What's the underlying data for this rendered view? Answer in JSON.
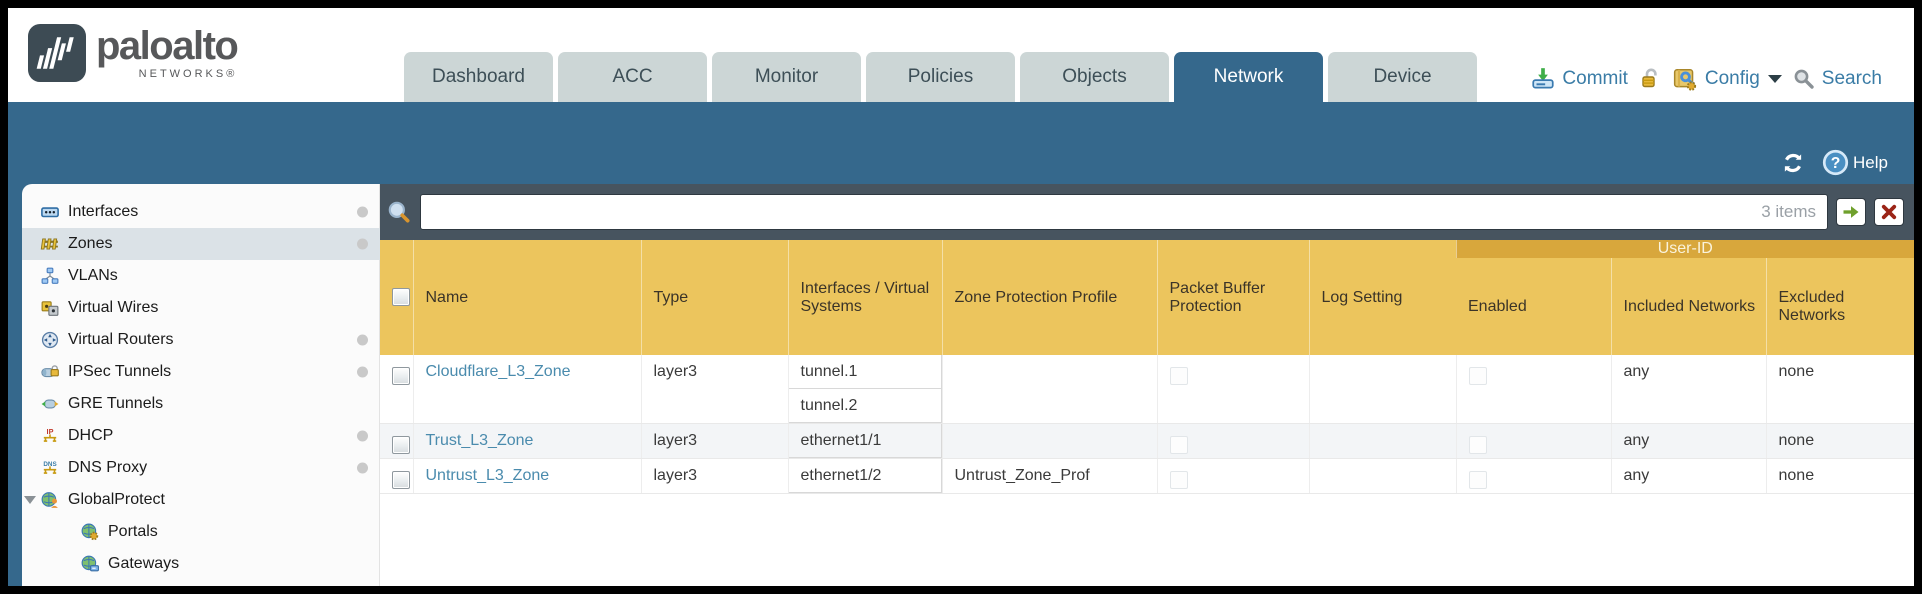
{
  "brand": {
    "name": "paloalto",
    "sub": "NETWORKS®"
  },
  "tabs": [
    {
      "label": "Dashboard"
    },
    {
      "label": "ACC"
    },
    {
      "label": "Monitor"
    },
    {
      "label": "Policies"
    },
    {
      "label": "Objects"
    },
    {
      "label": "Network"
    },
    {
      "label": "Device"
    }
  ],
  "header_actions": {
    "commit": "Commit",
    "config": "Config",
    "search": "Search"
  },
  "band": {
    "help": "Help"
  },
  "sidebar": {
    "items": [
      {
        "label": "Interfaces"
      },
      {
        "label": "Zones"
      },
      {
        "label": "VLANs"
      },
      {
        "label": "Virtual Wires"
      },
      {
        "label": "Virtual Routers"
      },
      {
        "label": "IPSec Tunnels"
      },
      {
        "label": "GRE Tunnels"
      },
      {
        "label": "DHCP"
      },
      {
        "label": "DNS Proxy"
      },
      {
        "label": "GlobalProtect"
      },
      {
        "label": "Portals"
      },
      {
        "label": "Gateways"
      }
    ]
  },
  "toolbar": {
    "search_value": "",
    "count": "3 items"
  },
  "table": {
    "group_header": "User-ID",
    "columns": [
      "",
      "Name",
      "Type",
      "Interfaces / Virtual Systems",
      "Zone Protection Profile",
      "Packet Buffer Protection",
      "Log Setting",
      "Enabled",
      "Included Networks",
      "Excluded Networks"
    ],
    "rows": [
      {
        "name": "Cloudflare_L3_Zone",
        "type": "layer3",
        "interfaces": [
          "tunnel.1",
          "tunnel.2"
        ],
        "zone_protection_profile": "",
        "log_setting": "",
        "included_networks": "any",
        "excluded_networks": "none"
      },
      {
        "name": "Trust_L3_Zone",
        "type": "layer3",
        "interfaces": [
          "ethernet1/1"
        ],
        "zone_protection_profile": "",
        "log_setting": "",
        "included_networks": "any",
        "excluded_networks": "none"
      },
      {
        "name": "Untrust_L3_Zone",
        "type": "layer3",
        "interfaces": [
          "ethernet1/2"
        ],
        "zone_protection_profile": "Untrust_Zone_Prof",
        "log_setting": "",
        "included_networks": "any",
        "excluded_networks": "none"
      }
    ]
  }
}
